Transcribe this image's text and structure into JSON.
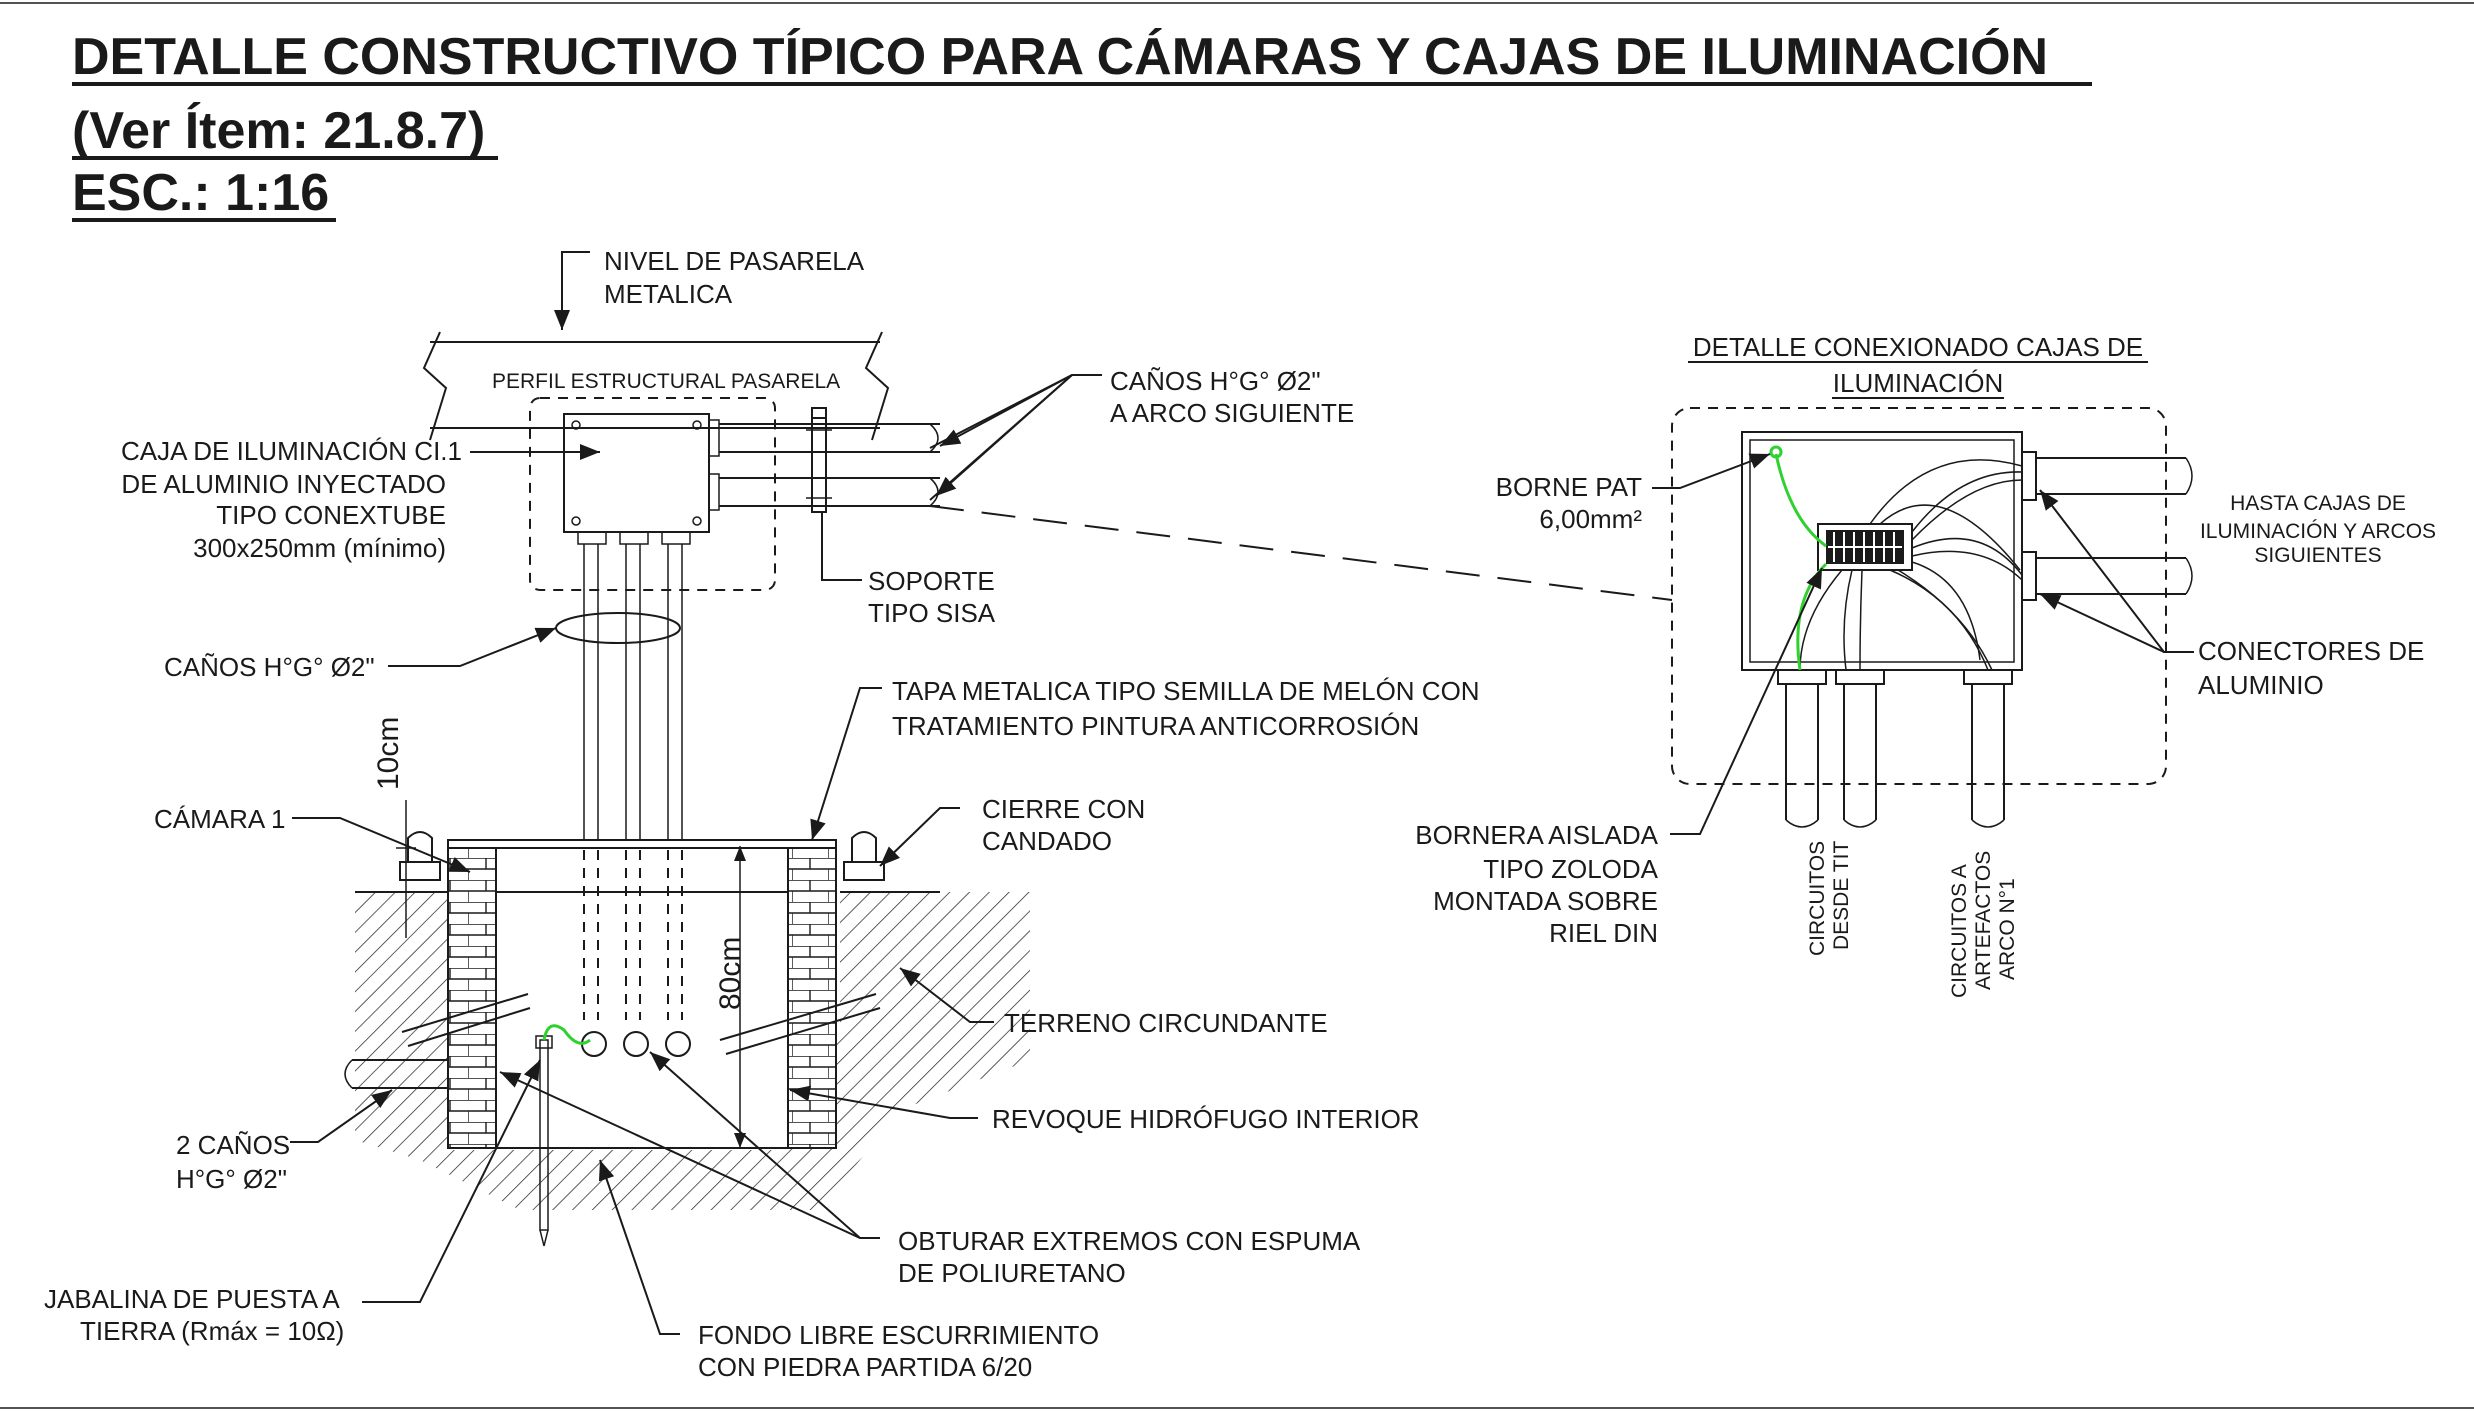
{
  "title": {
    "line1": "DETALLE CONSTRUCTIVO TÍPICO PARA CÁMARAS Y CAJAS DE ILUMINACIÓN",
    "line2": "(Ver Ítem: 21.8.7)",
    "line3": "ESC.: 1:16"
  },
  "left": {
    "nivel_pasarela": [
      "NIVEL DE PASARELA",
      "METALICA"
    ],
    "perfil": "PERFIL ESTRUCTURAL PASARELA",
    "canos_arco": [
      "CAÑOS H°G° Ø2\"",
      "A ARCO SIGUIENTE"
    ],
    "caja": [
      "CAJA DE ILUMINACIÓN CI.1",
      "DE ALUMINIO INYECTADO",
      "TIPO CONEXTUBE",
      "300x250mm (mínimo)"
    ],
    "soporte": [
      "SOPORTE",
      "TIPO SISA"
    ],
    "canos_vert": "CAÑOS H°G° Ø2\"",
    "tapa": [
      "TAPA METALICA TIPO SEMILLA DE MELÓN CON",
      "TRATAMIENTO PINTURA ANTICORROSIÓN"
    ],
    "dim_10": "10cm",
    "dim_80": "80cm",
    "camara": "CÁMARA 1",
    "cierre": [
      "CIERRE CON",
      "CANDADO"
    ],
    "terreno": "TERRENO CIRCUNDANTE",
    "revoque": "REVOQUE HIDRÓFUGO INTERIOR",
    "dos_canos": [
      "2 CAÑOS",
      "H°G° Ø2\""
    ],
    "obturar": [
      "OBTURAR EXTREMOS CON ESPUMA",
      "DE POLIURETANO"
    ],
    "jabalina": [
      "JABALINA DE PUESTA A",
      "TIERRA (Rmáx = 10Ω)"
    ],
    "fondo": [
      "FONDO LIBRE ESCURRIMIENTO",
      "CON PIEDRA PARTIDA 6/20"
    ]
  },
  "right": {
    "detail_title": [
      "DETALLE CONEXIONADO CAJAS DE",
      "ILUMINACIÓN"
    ],
    "borne": [
      "BORNE PAT",
      "6,00mm²"
    ],
    "hasta": [
      "HASTA CAJAS DE",
      "ILUMINACIÓN Y ARCOS",
      "SIGUIENTES"
    ],
    "conectores": [
      "CONECTORES DE",
      "ALUMINIO"
    ],
    "bornera": [
      "BORNERA AISLADA",
      "TIPO ZOLODA",
      "MONTADA SOBRE",
      "RIEL DIN"
    ],
    "circ_tit": [
      "CIRCUITOS",
      "DESDE TIT"
    ],
    "circ_art": [
      "CIRCUITOS A",
      "ARTEFACTOS",
      "ARCO N°1"
    ]
  },
  "colors": {
    "ink": "#1a1a1a",
    "earth_wire": "#2fd12f"
  }
}
